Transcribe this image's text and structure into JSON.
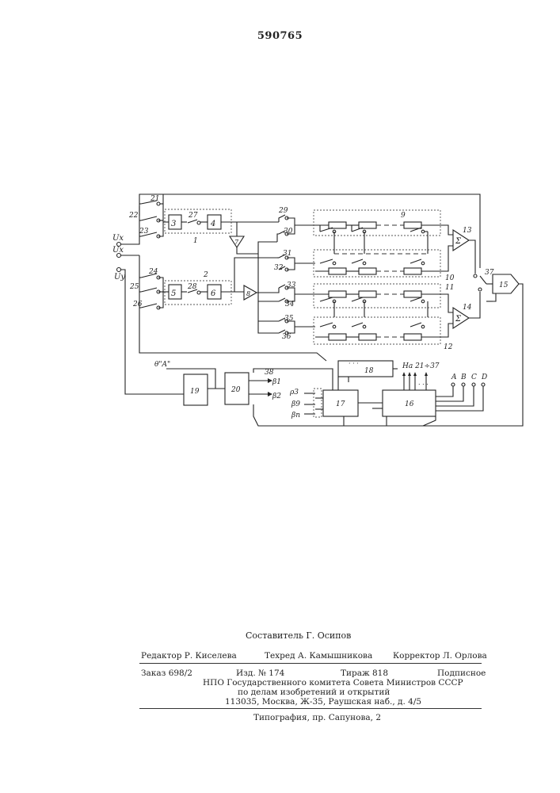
{
  "document": {
    "patent_number": "590765"
  },
  "diagram": {
    "inputs": {
      "ux": "Ux",
      "ux_bar": "Ux",
      "uy": "Uy"
    },
    "blocks": {
      "b3": "3",
      "b4": "4",
      "b5": "5",
      "b6": "6",
      "b7": "7",
      "b8": "8",
      "b13": "13",
      "b14": "14",
      "b15": "15",
      "b16": "16",
      "b17": "17",
      "b18": "18",
      "b19": "19",
      "b20": "20"
    },
    "sum_symbol": "Σ",
    "switches": {
      "s21": "21",
      "s22": "22",
      "s23": "23",
      "s24": "24",
      "s25": "25",
      "s26": "26",
      "s27": "27",
      "s28": "28",
      "s29": "29",
      "s30": "30",
      "s31": "31",
      "s32": "32",
      "s33": "33",
      "s34": "34",
      "s35": "35",
      "s36": "36",
      "s37": "37"
    },
    "groups": {
      "g1": "1",
      "g2": "2",
      "g9": "9",
      "g10": "10",
      "g11": "11",
      "g12": "12"
    },
    "signals": {
      "theta_a": "θ\"A\"",
      "line38": "38",
      "beta1": "β1",
      "beta2": "β2",
      "rho3": "ρ3",
      "beta9": "β9",
      "beta_n": "βn",
      "to_switches": "На 21÷37",
      "A": "A",
      "B": "B",
      "C": "C",
      "D": "D"
    }
  },
  "imprint": {
    "compiler": "Составитель Г. Осипов",
    "editor": "Редактор Р. Киселева",
    "techred": "Техред А. Камышникова",
    "corrector": "Корректор Л. Орлова",
    "order": "Заказ 698/2",
    "issue": "Изд. № 174",
    "circulation": "Тираж 818",
    "subscription": "Подписное",
    "org_line1": "НПО Государственного комитета Совета Министров СССР",
    "org_line2": "по делам изобретений и открытий",
    "address": "113035, Москва, Ж-35, Раушская наб., д. 4/5",
    "printer": "Типография, пр. Сапунова, 2"
  }
}
